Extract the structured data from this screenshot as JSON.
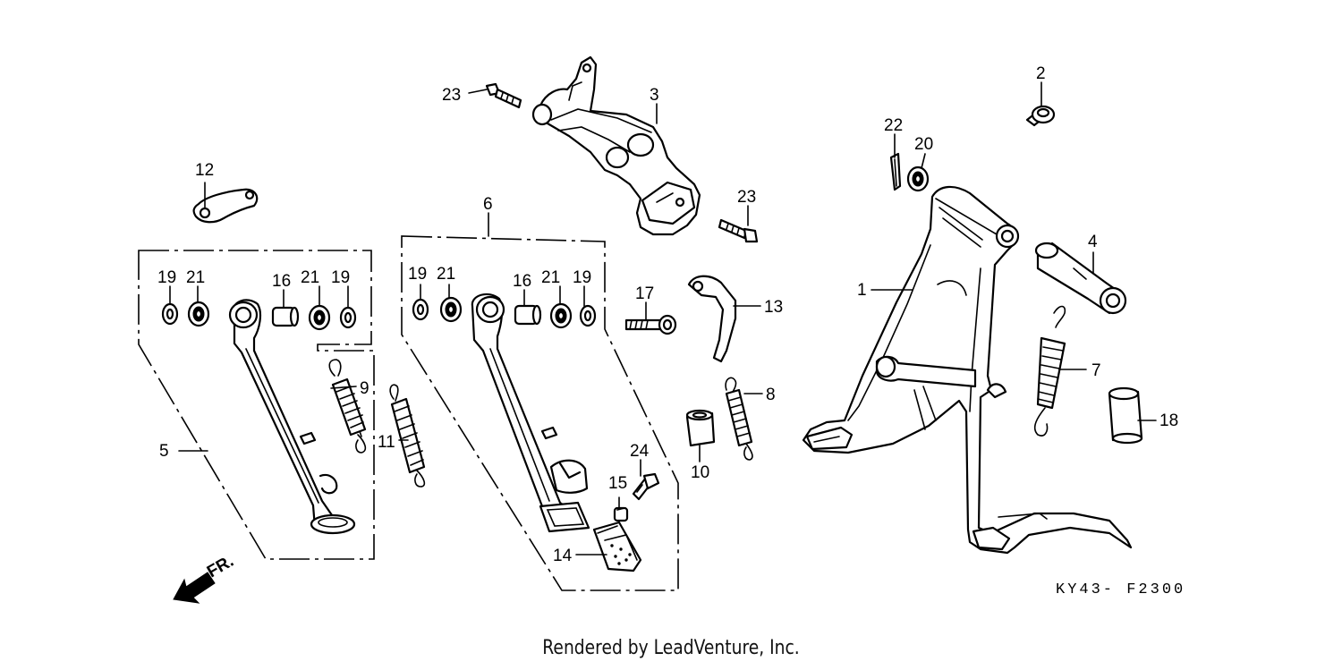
{
  "callouts": {
    "c1": "1",
    "c2": "2",
    "c3": "3",
    "c4": "4",
    "c5": "5",
    "c6": "6",
    "c7": "7",
    "c8": "8",
    "c9": "9",
    "c10": "10",
    "c11": "11",
    "c12": "12",
    "c13": "13",
    "c14": "14",
    "c15": "15",
    "c16a": "16",
    "c16b": "16",
    "c17": "17",
    "c18": "18",
    "c19a": "19",
    "c19b": "19",
    "c19c": "19",
    "c19d": "19",
    "c20": "20",
    "c21a": "21",
    "c21b": "21",
    "c21c": "21",
    "c21d": "21",
    "c22": "22",
    "c23a": "23",
    "c23b": "23",
    "c24": "24"
  },
  "front_arrow_label": "FR.",
  "diagram_code": "KY43- F2300",
  "footer": "Rendered by LeadVenture, Inc."
}
